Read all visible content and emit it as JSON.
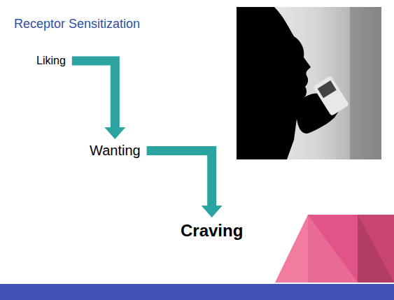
{
  "diagram": {
    "title": "Receptor Sensitization",
    "nodes": [
      {
        "text": [
          "Liking"
        ]
      },
      {
        "text": [
          "Wanting"
        ]
      },
      {
        "text": [
          "Craving"
        ]
      }
    ],
    "edges": [
      {
        "from": 0,
        "to": 1,
        "arrow": "to"
      },
      {
        "from": 1,
        "to": 2,
        "arrow": "to"
      }
    ]
  }
}
